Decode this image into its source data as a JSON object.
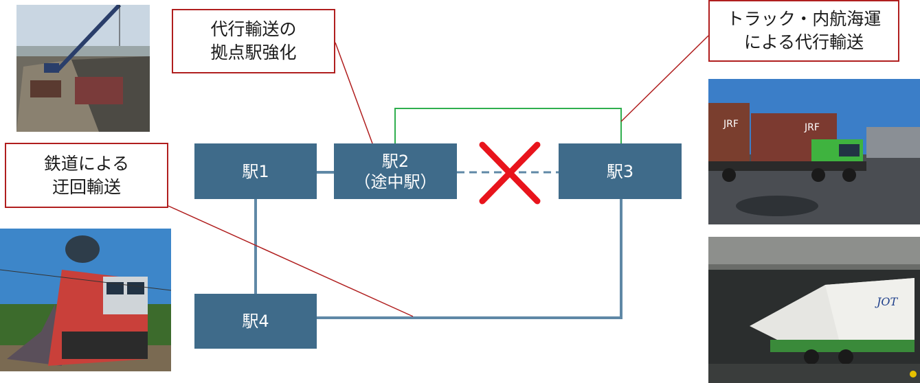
{
  "stations": {
    "s1": "駅1",
    "s2_line1": "駅2",
    "s2_line2": "（途中駅）",
    "s3": "駅3",
    "s4": "駅4"
  },
  "callouts": {
    "hub_line1": "代行輸送の",
    "hub_line2": "拠点駅強化",
    "truck_line1": "トラック・内航海運",
    "truck_line2": "による代行輸送",
    "rail_line1": "鉄道による",
    "rail_line2": "迂回輸送"
  },
  "colors": {
    "station_fill": "#3f6b8a",
    "rail_line": "#5f88a6",
    "road_route": "#2fae4e",
    "callout_border": "#b01e1e",
    "blocked_mark": "#e8141c"
  },
  "icons": {
    "blocked": "red-x-icon"
  },
  "photos": {
    "ship_label_text": "",
    "truck_marks": [
      "JRF",
      "JRF"
    ],
    "ferry_marks": [
      "JOT"
    ]
  }
}
